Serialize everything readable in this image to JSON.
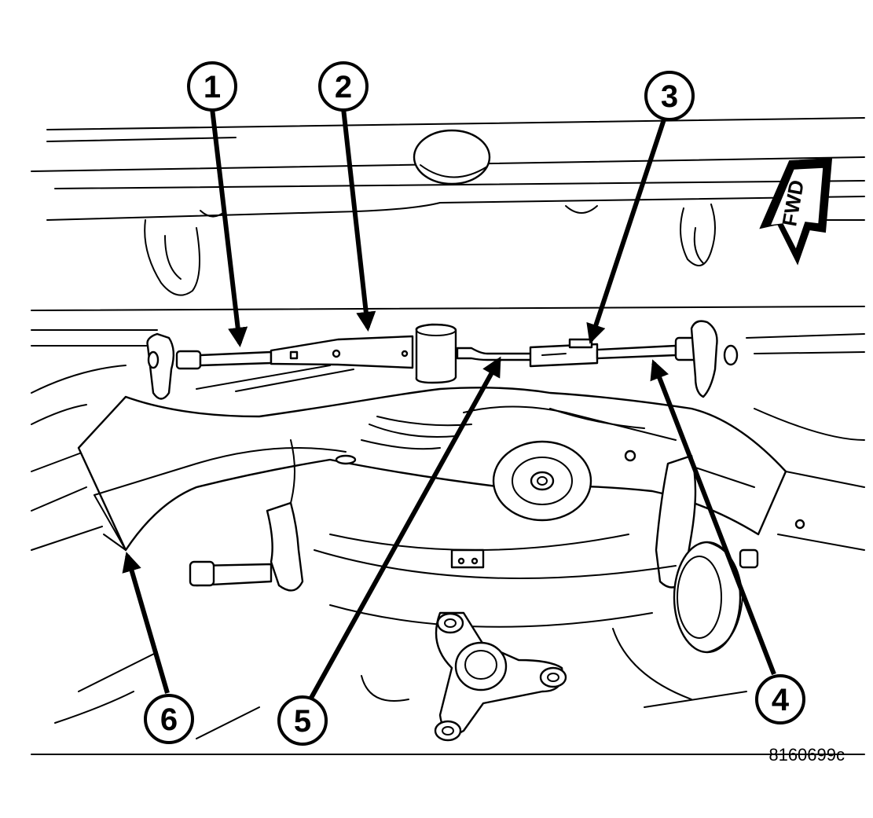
{
  "callouts": [
    {
      "id": 1,
      "label": "1"
    },
    {
      "id": 2,
      "label": "2"
    },
    {
      "id": 3,
      "label": "3"
    },
    {
      "id": 4,
      "label": "4"
    },
    {
      "id": 5,
      "label": "5"
    },
    {
      "id": 6,
      "label": "6"
    }
  ],
  "direction_label": "FWD",
  "figure_ref": "8160699c",
  "colors": {
    "line": "#000000",
    "background": "#ffffff"
  }
}
